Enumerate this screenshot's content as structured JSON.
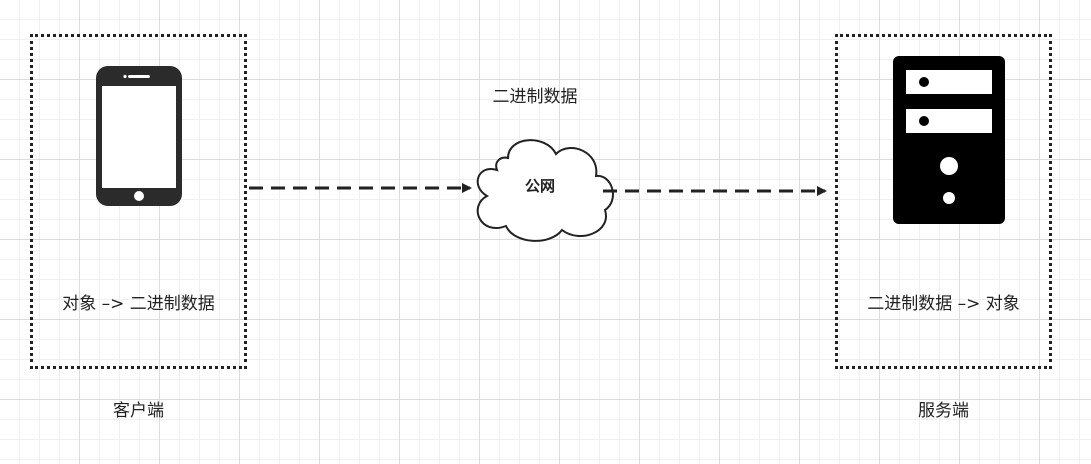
{
  "client": {
    "conversion_text": "对象 –> 二进制数据",
    "caption": "客户端",
    "device_icon": "smartphone-icon"
  },
  "server": {
    "conversion_text": "二进制数据 –> 对象",
    "caption": "服务端",
    "device_icon": "server-tower-icon"
  },
  "network": {
    "cloud_label": "公网",
    "transfer_label": "二进制数据",
    "cloud_icon": "cloud-icon"
  },
  "colors": {
    "stroke": "#222222",
    "grid_major": "#dcdcdc",
    "grid_minor": "#f0f0f0",
    "background": "#ffffff"
  }
}
